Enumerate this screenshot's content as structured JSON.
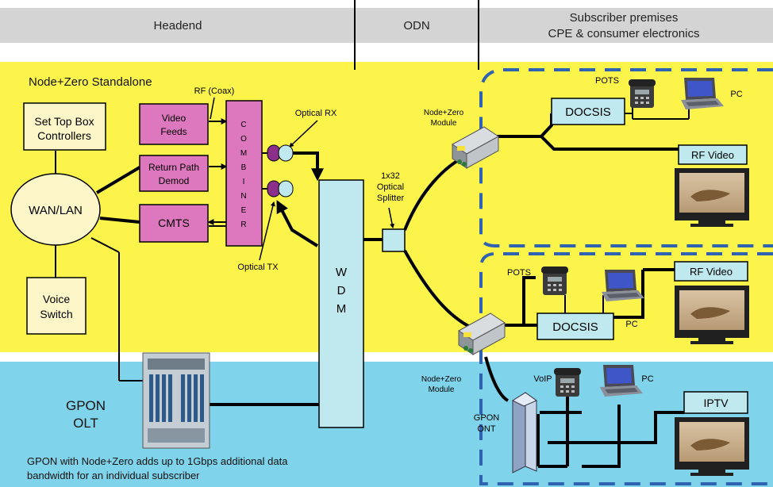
{
  "headers": {
    "headend": "Headend",
    "odn": "ODN",
    "subscriber_line1": "Subscriber premises",
    "subscriber_line2": "CPE & consumer electronics"
  },
  "region_title": "Node+Zero Standalone",
  "blocks": {
    "stb_line1": "Set Top Box",
    "stb_line2": "Controllers",
    "wan_lan": "WAN/LAN",
    "voice_line1": "Voice",
    "voice_line2": "Switch",
    "video_line1": "Video",
    "video_line2": "Feeds",
    "return_line1": "Return Path",
    "return_line2": "Demod",
    "cmts": "CMTS",
    "combiner_letters": [
      "C",
      "O",
      "M",
      "B",
      "I",
      "N",
      "E",
      "R"
    ],
    "wdm_letters": [
      "W",
      "D",
      "M"
    ],
    "gpon_olt_line1": "GPON",
    "gpon_olt_line2": "OLT"
  },
  "labels": {
    "rf_coax": "RF (Coax)",
    "optical_rx": "Optical RX",
    "optical_tx": "Optical TX",
    "splitter_line1": "1x32",
    "splitter_line2": "Optical",
    "splitter_line3": "Splitter",
    "module_top_line1": "Node+Zero",
    "module_top_line2": "Module",
    "module_bottom_line1": "Node+Zero",
    "module_bottom_line2": "Module"
  },
  "cpe_top": {
    "pots": "POTS",
    "pc": "PC",
    "docsis": "DOCSIS",
    "rf_video": "RF Video"
  },
  "cpe_middle": {
    "pots": "POTS",
    "pc": "PC",
    "docsis": "DOCSIS",
    "rf_video": "RF Video"
  },
  "cpe_bottom": {
    "voip": "VoIP",
    "pc": "PC",
    "iptv": "IPTV",
    "gpon_ont_line1": "GPON",
    "gpon_ont_line2": "ONT"
  },
  "footer_line1": "GPON with Node+Zero adds up to 1Gbps additional data",
  "footer_line2": "bandwidth for an individual subscriber",
  "colors": {
    "header_bg": "#d4d4d4",
    "yellow_region": "#fcf44a",
    "blue_region": "#7fd3ea",
    "magenta_block": "#de78be",
    "cyan_block": "#bfe9ef",
    "dash_blue": "#2f62b0"
  }
}
